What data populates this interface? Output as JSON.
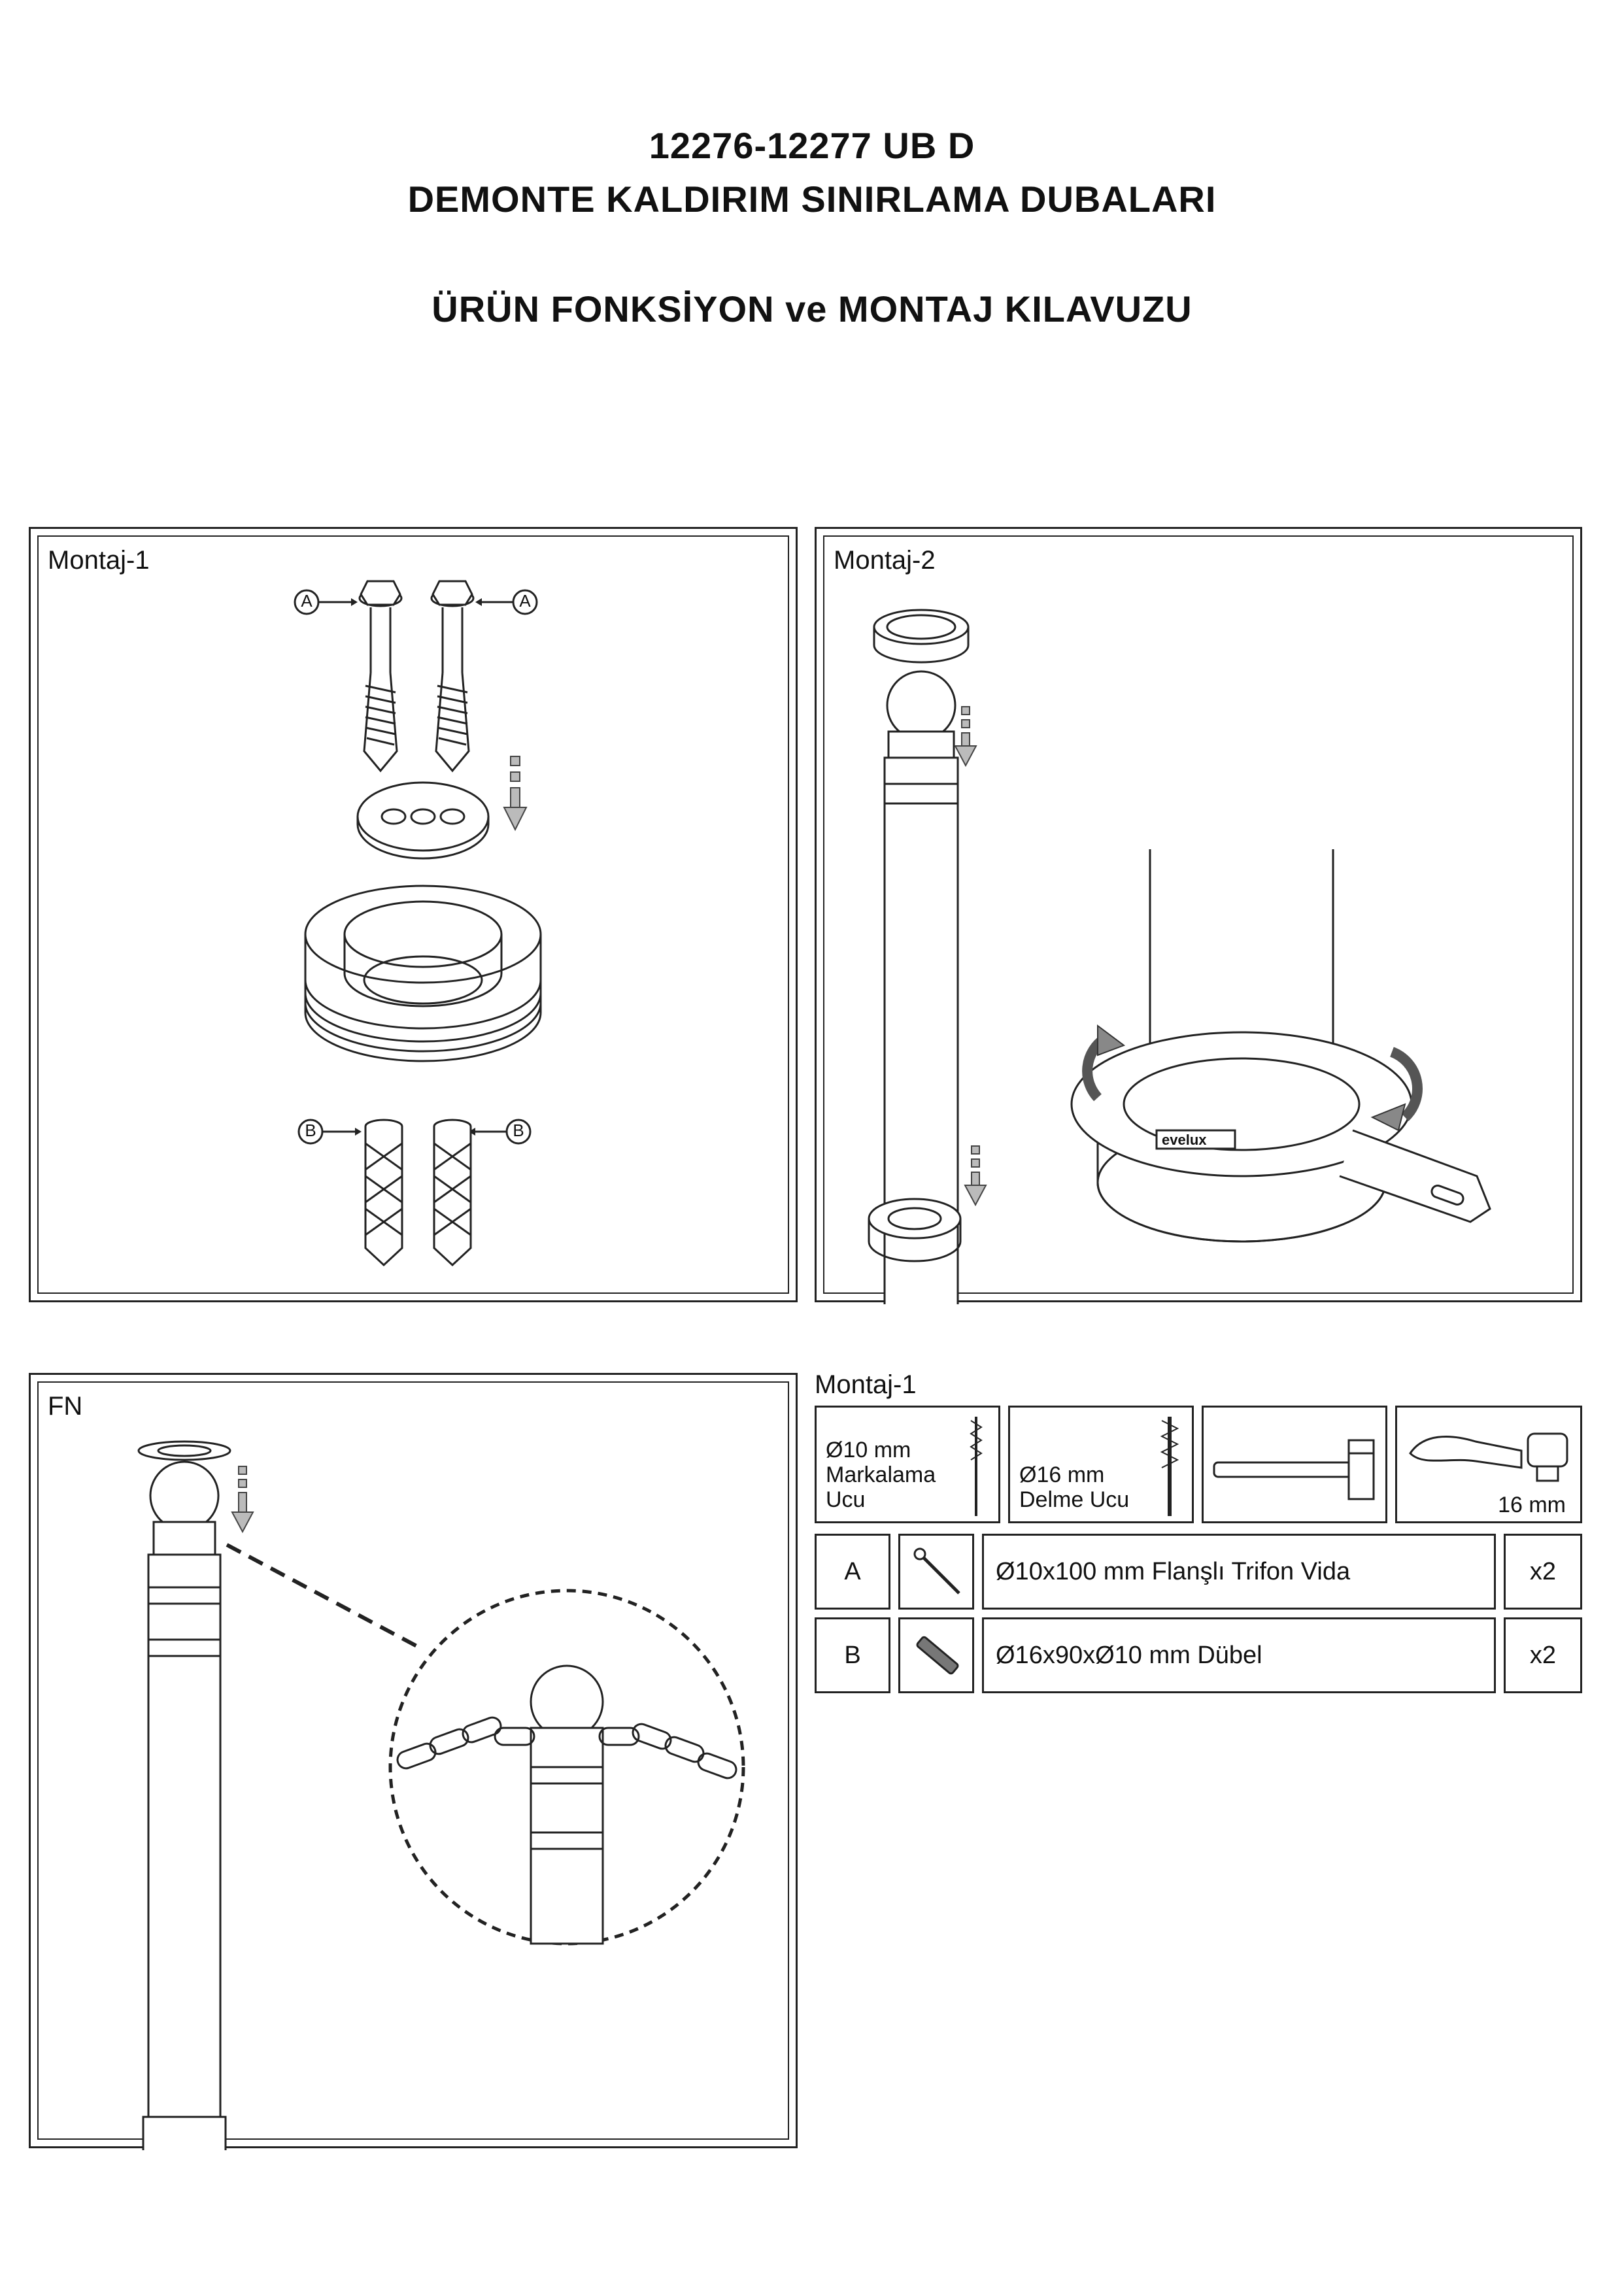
{
  "header": {
    "line1": "12276-12277 UB D",
    "line2": "DEMONTE KALDIRIM SINIRLAMA DUBALARI",
    "line3": "ÜRÜN FONKSİYON ve MONTAJ KILAVUZU"
  },
  "panels": {
    "montaj1": {
      "label": "Montaj-1",
      "callout_a": "A",
      "callout_b": "B"
    },
    "montaj2": {
      "label": "Montaj-2",
      "brand": "evelux"
    },
    "fn": {
      "label": "FN"
    }
  },
  "parts_section": {
    "title": "Montaj-1",
    "tools": [
      {
        "line1": "Ø10 mm",
        "line2": "Markalama",
        "line3": "Ucu"
      },
      {
        "line1": "Ø16 mm",
        "line2": "Delme Ucu"
      },
      {
        "icon": "hammer-icon"
      },
      {
        "icon": "ratchet-wrench-icon",
        "label": "16 mm"
      }
    ],
    "parts": [
      {
        "code": "A",
        "icon": "screw-icon",
        "description": "Ø10x100 mm Flanşlı Trifon Vida",
        "qty": "x2"
      },
      {
        "code": "B",
        "icon": "dowel-icon",
        "description": "Ø16x90xØ10 mm Dübel",
        "qty": "x2"
      }
    ]
  }
}
